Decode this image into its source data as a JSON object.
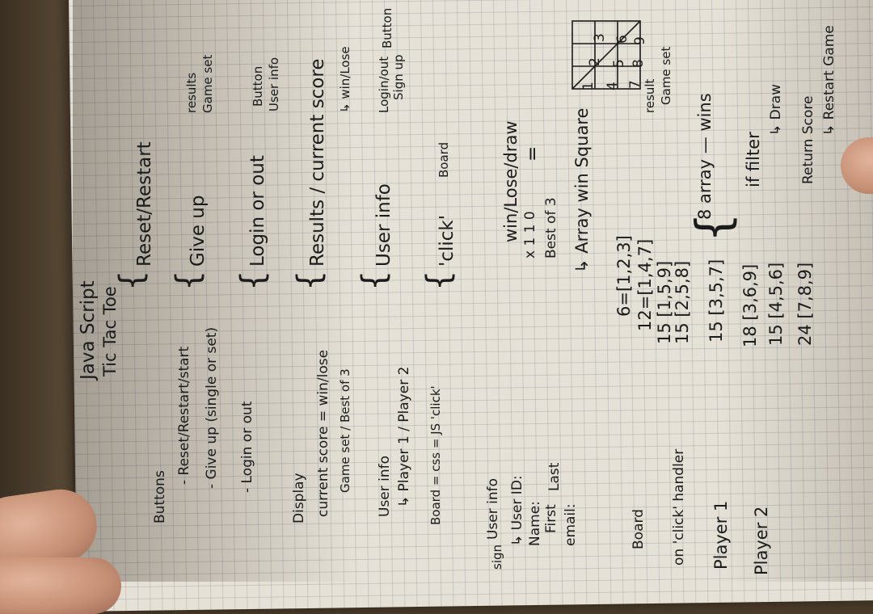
{
  "header": {
    "title_line1": "Java Script",
    "title_line2": "Tic Tac Toe"
  },
  "left_column": {
    "buttons_heading": "Buttons",
    "button_items": [
      "- Reset/Restart/start",
      "- Give up (single or set)",
      "- Login or out"
    ],
    "display_heading": "Display",
    "display_line1": "current score = win/lose",
    "display_line2": "Game set / Best of 3",
    "user_info_heading": "User info",
    "user_info_sub": "↳ Player 1 / Player 2",
    "board_line": "Board = css = JS 'click'",
    "user_info_2": "User info",
    "user_id": "↳ User ID:",
    "name": "Name:",
    "first": "First",
    "last": "Last",
    "email": "email:",
    "side_note": "sign",
    "board_label": "Board",
    "click_handler": "on 'click' handler",
    "player1": "Player 1",
    "player2": "Player 2"
  },
  "middle_column": {
    "brace_items": [
      "Reset/Restart",
      "Give up",
      "Login or out",
      "Results / current score",
      "User info",
      "'click'"
    ],
    "brace_right": [
      "result",
      "Game set",
      "results",
      "Game set",
      "Button",
      "User info",
      "↳ win/Lose",
      "Login/out",
      "Sign up",
      "Button",
      "Board"
    ],
    "wld": "win/Lose/draw",
    "x110": "x 1 1 0",
    "best_of_3": "Best of 3",
    "equals": "=",
    "array_win": "↳ Array win Square",
    "arrays": [
      {
        "sum": "6",
        "vals": "[1,2,3]"
      },
      {
        "sum": "12",
        "vals": "[1,4,7]"
      },
      {
        "sum": "15",
        "vals": "[1,5,9]"
      },
      {
        "sum": "15",
        "vals": "[2,5,8]"
      },
      {
        "sum": "15",
        "vals": "[3,5,7]"
      },
      {
        "sum": "18",
        "vals": "[3,6,9]"
      },
      {
        "sum": "15",
        "vals": "[4,5,6]"
      },
      {
        "sum": "24",
        "vals": "[7,8,9]"
      }
    ],
    "eight_array": "8 array — wins",
    "if_filter": "if filter",
    "draw": "↳ Draw",
    "return_score": "Return Score",
    "restart_game": "↳ Restart Game"
  },
  "grid_sketch": {
    "cells": [
      "1",
      "2",
      "3",
      "4",
      "5",
      "6",
      "7",
      "8",
      "9"
    ]
  }
}
